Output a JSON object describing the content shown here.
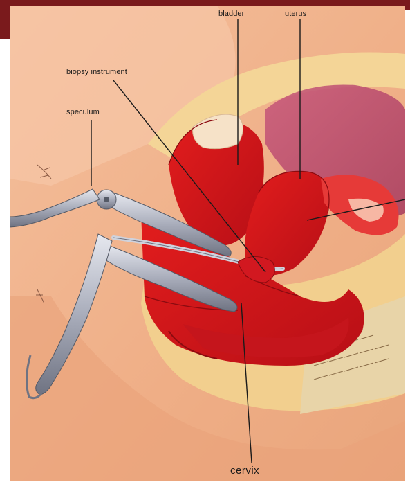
{
  "labels": {
    "bladder": "bladder",
    "uterus": "uterus",
    "biopsy_instrument": "biopsy instrument",
    "speculum": "speculum",
    "cervix": "cervix"
  },
  "colors": {
    "frame_accent": "#7a1a1c",
    "skin": "#f2b089",
    "tissue_red": "#d8131b",
    "instrument": "#b9bcc8",
    "fat_layer": "#f3d18f"
  }
}
